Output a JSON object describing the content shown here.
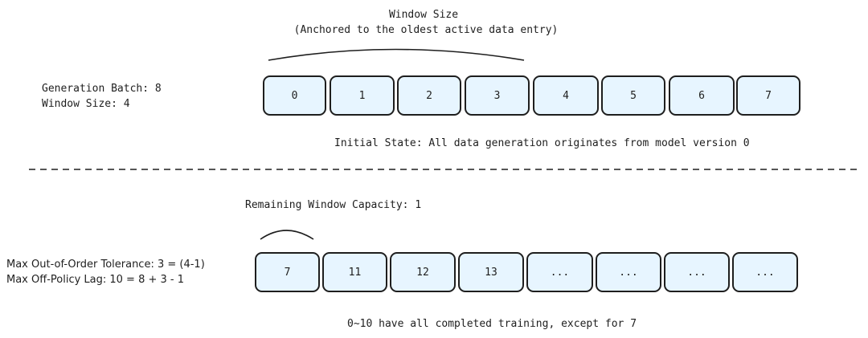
{
  "top": {
    "window_title": "Window Size",
    "window_subtitle": "(Anchored to the oldest active data entry)",
    "info_line1": "Generation Batch: 8",
    "info_line2": "Window Size: 4",
    "cells": [
      "0",
      "1",
      "2",
      "3",
      "4",
      "5",
      "6",
      "7"
    ],
    "caption": "Initial State: All data generation originates from model version 0"
  },
  "bottom": {
    "capacity_label": "Remaining Window Capacity: 1",
    "info_line1": "Max Out-of-Order Tolerance: 3 = (4-1)",
    "info_line2": "Max Off-Policy Lag: 10 = 8 + 3 - 1",
    "cells": [
      "7",
      "11",
      "12",
      "13",
      "...",
      "...",
      "...",
      "..."
    ],
    "caption": "0~10 have all completed training, except for 7"
  },
  "colors": {
    "cell_fill": "#e7f5ff",
    "stroke": "#1e1e1e"
  }
}
